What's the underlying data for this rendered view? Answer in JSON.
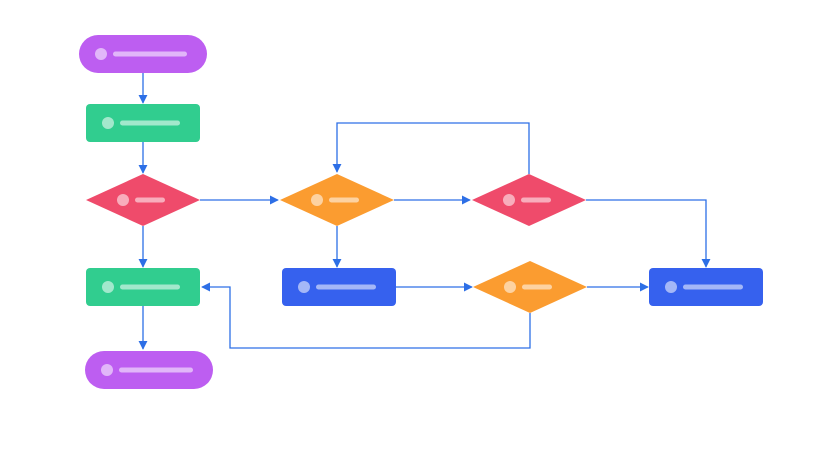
{
  "diagram": {
    "kind": "flowchart",
    "text_labels_visible": false,
    "colors": {
      "terminal": "#bd5ef1",
      "process_green": "#31cd8f",
      "process_blue": "#3661ee",
      "decision_red": "#ef4b6b",
      "decision_orange": "#fb9c30",
      "connector": "#2d6fe6",
      "label_dot": "#ffffff",
      "label_bar": "#ffffff"
    },
    "nodes": [
      {
        "id": "start",
        "shape": "terminal",
        "color": "terminal"
      },
      {
        "id": "step-1",
        "shape": "process",
        "color": "process_green"
      },
      {
        "id": "decision-1",
        "shape": "decision",
        "color": "decision_red"
      },
      {
        "id": "decision-2",
        "shape": "decision",
        "color": "decision_orange"
      },
      {
        "id": "decision-3",
        "shape": "decision",
        "color": "decision_red"
      },
      {
        "id": "step-2",
        "shape": "process",
        "color": "process_green"
      },
      {
        "id": "step-3",
        "shape": "process",
        "color": "process_blue"
      },
      {
        "id": "decision-4",
        "shape": "decision",
        "color": "decision_orange"
      },
      {
        "id": "step-4",
        "shape": "process",
        "color": "process_blue"
      },
      {
        "id": "end",
        "shape": "terminal",
        "color": "terminal"
      }
    ],
    "edges": [
      {
        "from": "start",
        "to": "step-1"
      },
      {
        "from": "step-1",
        "to": "decision-1"
      },
      {
        "from": "decision-1",
        "to": "decision-2"
      },
      {
        "from": "decision-1",
        "to": "step-2"
      },
      {
        "from": "decision-2",
        "to": "decision-3"
      },
      {
        "from": "decision-2",
        "to": "step-3"
      },
      {
        "from": "decision-3",
        "to": "decision-2"
      },
      {
        "from": "decision-3",
        "to": "step-4"
      },
      {
        "from": "step-3",
        "to": "decision-4"
      },
      {
        "from": "decision-4",
        "to": "step-4"
      },
      {
        "from": "decision-4",
        "to": "step-2"
      },
      {
        "from": "step-2",
        "to": "end"
      }
    ]
  }
}
